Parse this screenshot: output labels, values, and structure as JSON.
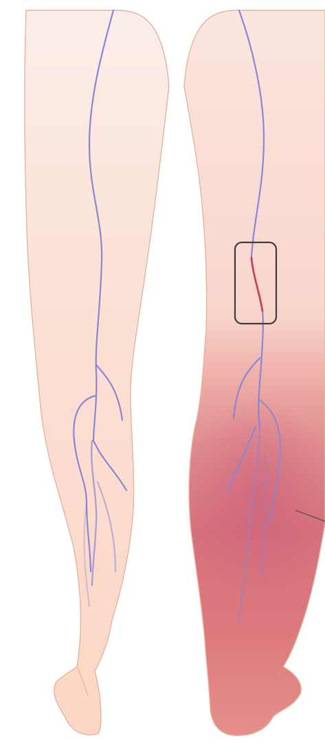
{
  "diagram": {
    "subject": "legs-posterior-view",
    "left_leg": {
      "condition": "normal"
    },
    "right_leg": {
      "condition": "swollen-inflamed"
    },
    "highlight_box": {
      "target": "thrombus-vein-segment"
    },
    "pointer_line": {
      "target": "calf-swelling"
    }
  },
  "colors": {
    "skin_light": "#fcdccd",
    "skin_top": "#fbe9e2",
    "skin_outline": "#e2b4a1",
    "inflamed": "#d96b76",
    "inflamed_deep": "#cc5f78",
    "vein": "#8a86d4",
    "clot": "#c44552",
    "box_stroke": "#3d3d3d"
  },
  "icons": {
    "highlight": "rounded-rectangle-callout",
    "pointer": "leader-line"
  }
}
